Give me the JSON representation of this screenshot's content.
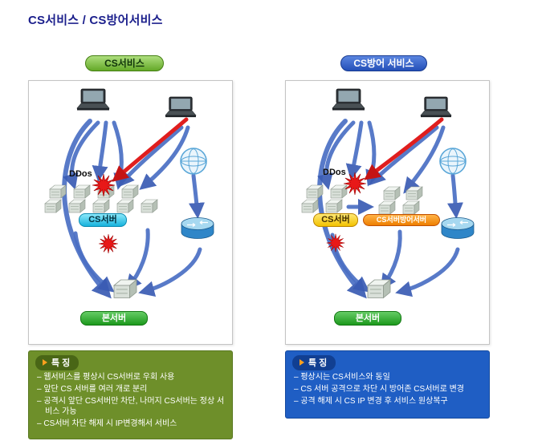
{
  "title": "CS서비스  /  CS방어서비스",
  "colors": {
    "title_text": "#1b1f8c",
    "service_badge_green": "#64a828",
    "defense_badge_blue": "#2450b8",
    "cs_server_cyan": "#17b2dc",
    "cs_server_yellow": "#f2c200",
    "defense_server_orange": "#ee7f00",
    "main_server_green": "#1d991d",
    "features_left_bg": "#6e8f2a",
    "features_right_bg": "#1f5ec4",
    "traffic_arrow_blue": "#4a6fc4",
    "attack_arrow_red": "#e01e1e"
  },
  "left_panel": {
    "badge": "CS서비스",
    "diagram": {
      "ddos_label": "DDos",
      "cs_server_label": "CS서버",
      "main_server_label": "본서버"
    },
    "features": {
      "title": "특 징",
      "items": [
        "웹서비스를 평상시 CS서버로 우회 사용",
        "앞단 CS 서버를 여러 개로 분리",
        "공격시 앞단 CS서버만 차단, 나머지 CS서버는 정상 서비스 가능",
        "CS서버 차단 해제 시 IP변경해서 서비스"
      ]
    }
  },
  "right_panel": {
    "badge": "CS방어 서비스",
    "diagram": {
      "ddos_label": "DDos",
      "cs_server_label": "CS서버",
      "defense_server_label": "CS서버방어서버",
      "main_server_label": "본서버"
    },
    "features": {
      "title": "특 징",
      "items": [
        "평상시는 CS서비스와 동일",
        "CS 서버 공격으로 차단 시 방어존 CS서버로 변경",
        "공격 해제 시 CS IP 변경 후 서비스 원상복구"
      ]
    }
  }
}
